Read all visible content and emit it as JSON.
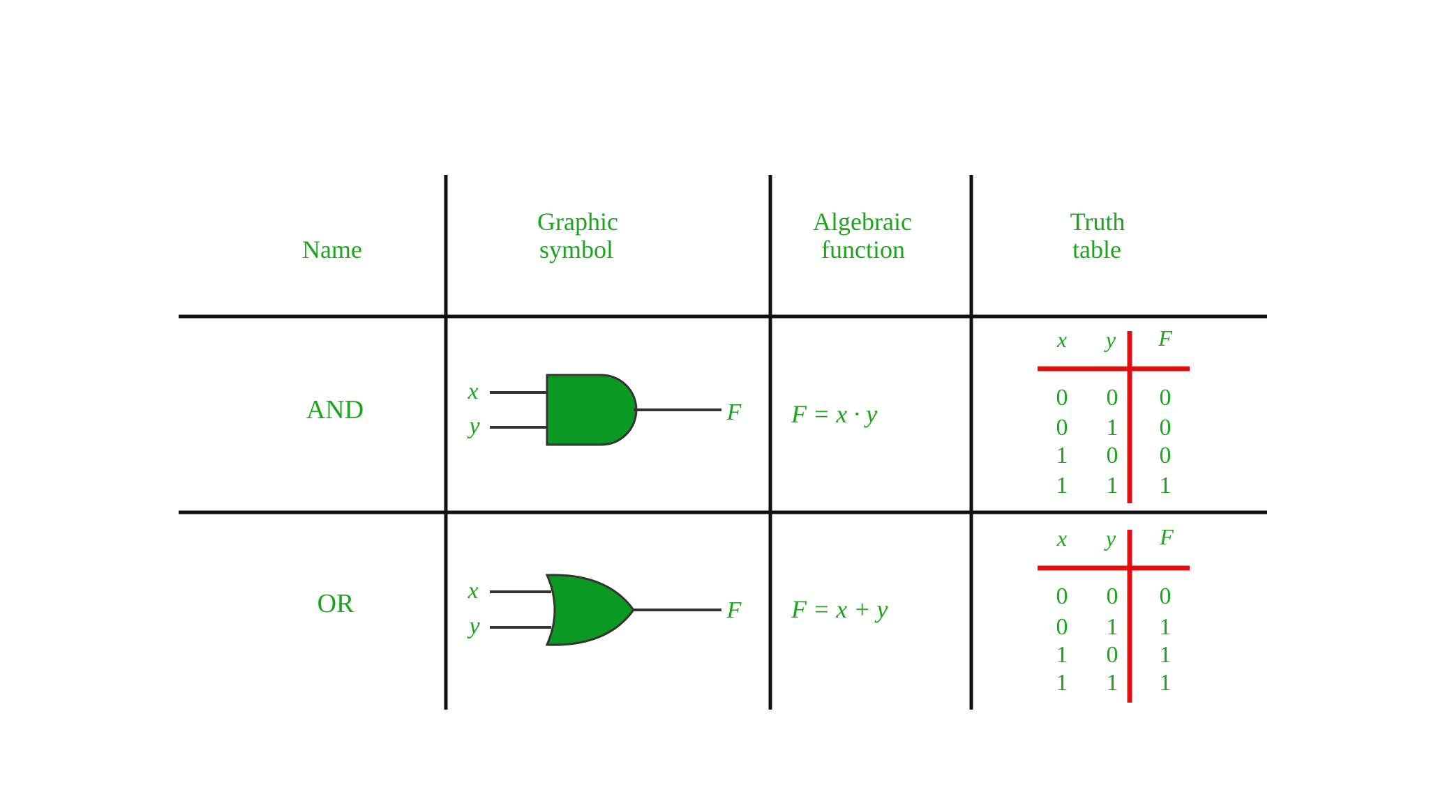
{
  "colors": {
    "text": "#1aa51a",
    "gate_fill": "#0a9a22",
    "grid": "#111111",
    "truth_divider": "#e01010",
    "wire": "#333333"
  },
  "headers": {
    "name": "Name",
    "graphic_line1": "Graphic",
    "graphic_line2": "symbol",
    "algebraic_line1": "Algebraic",
    "algebraic_line2": "function",
    "truth_line1": "Truth",
    "truth_line2": "table"
  },
  "rows": [
    {
      "name": "AND",
      "gate_type": "and-gate",
      "input_x": "x",
      "input_y": "y",
      "output": "F",
      "function": "F = x · y",
      "truth": {
        "headers": [
          "x",
          "y",
          "F"
        ],
        "rows": [
          [
            "0",
            "0",
            "0"
          ],
          [
            "0",
            "1",
            "0"
          ],
          [
            "1",
            "0",
            "0"
          ],
          [
            "1",
            "1",
            "1"
          ]
        ]
      }
    },
    {
      "name": "OR",
      "gate_type": "or-gate",
      "input_x": "x",
      "input_y": "y",
      "output": "F",
      "function": "F = x + y",
      "truth": {
        "headers": [
          "x",
          "y",
          "F"
        ],
        "rows": [
          [
            "0",
            "0",
            "0"
          ],
          [
            "0",
            "1",
            "1"
          ],
          [
            "1",
            "0",
            "1"
          ],
          [
            "1",
            "1",
            "1"
          ]
        ]
      }
    }
  ]
}
